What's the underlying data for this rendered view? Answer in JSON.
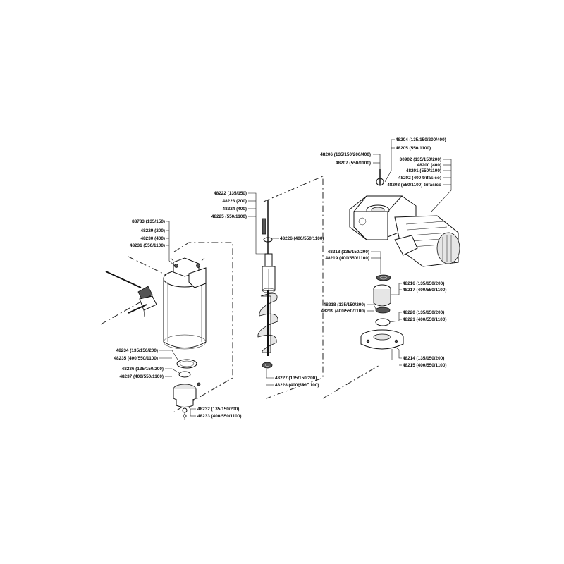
{
  "labels": {
    "gear_top_a": "48204 (135/150/200/400)",
    "gear_top_b": "48205 (550/1100)",
    "gear_bolt_a": "48206 (135/150/200/400)",
    "gear_bolt_b": "48207 (550/1100)",
    "motor_a": "30902 (135/150/200)",
    "motor_b": "48200 (400)",
    "motor_c": "48201 (550/1100)",
    "motor_d": "48202 (400 trifásico)",
    "motor_e": "48203 (550/1100) trifásico",
    "shaft_a": "48222 (135/150)",
    "shaft_b": "48223 (200)",
    "shaft_c": "48224 (400)",
    "shaft_d": "48225 (550/1100)",
    "shaft_ring": "48226 (400/550/1100)",
    "tank_a": "88783 (135/150)",
    "tank_b": "48229 (200)",
    "tank_c": "48230 (400)",
    "tank_d": "48231 (550/1100)",
    "bearing1_a": "48218 (135/150/200)",
    "bearing1_b": "48219 (400/550/1100)",
    "bush_a": "48216 (135/150/200)",
    "bush_b": "48217 (400/550/1100)",
    "bearing2_a": "48218 (135/150/200)",
    "bearing2_b": "48219 (400/550/1100)",
    "seal_a": "48220 (135/150/200)",
    "seal_b": "48221 (400/550/1100)",
    "flange_a": "48214 (135/150/200)",
    "flange_b": "48215 (400/550/1100)",
    "auger_bottom_a": "48227 (135/150/200)",
    "auger_bottom_b": "48228 (400/550/1100)",
    "ring1_a": "48234 (135/150/200)",
    "ring1_b": "48235 (400/550/1100)",
    "ring2_a": "48236 (135/150/200)",
    "ring2_b": "48237 (400/550/1100)",
    "valve_a": "48232 (135/150/200)",
    "valve_b": "48233 (400/550/1100)"
  }
}
